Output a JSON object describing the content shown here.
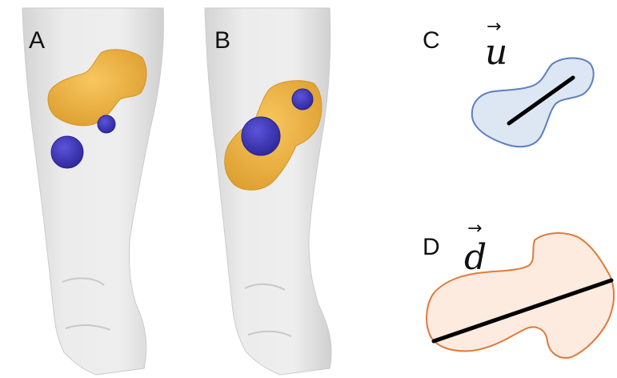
{
  "panels": {
    "a": {
      "label": "A"
    },
    "b": {
      "label": "B"
    },
    "c": {
      "label": "C",
      "vector_symbol": "u",
      "arrow": "→"
    },
    "d": {
      "label": "D",
      "vector_symbol": "d",
      "arrow": "→"
    }
  },
  "colors": {
    "leg_fill": "#e6e6e6",
    "leg_outline": "#cfcfcf",
    "lesion_orange": "#f2b340",
    "lesion_orange_dark": "#d89a2a",
    "lesion_blue": "#4a42c8",
    "lesion_blue_dark": "#2f28a0",
    "shape_c_fill": "#dde6f3",
    "shape_c_stroke": "#5b7fbf",
    "shape_d_fill": "#fdebe0",
    "shape_d_stroke": "#e07a3a",
    "axis_line": "#000000"
  }
}
